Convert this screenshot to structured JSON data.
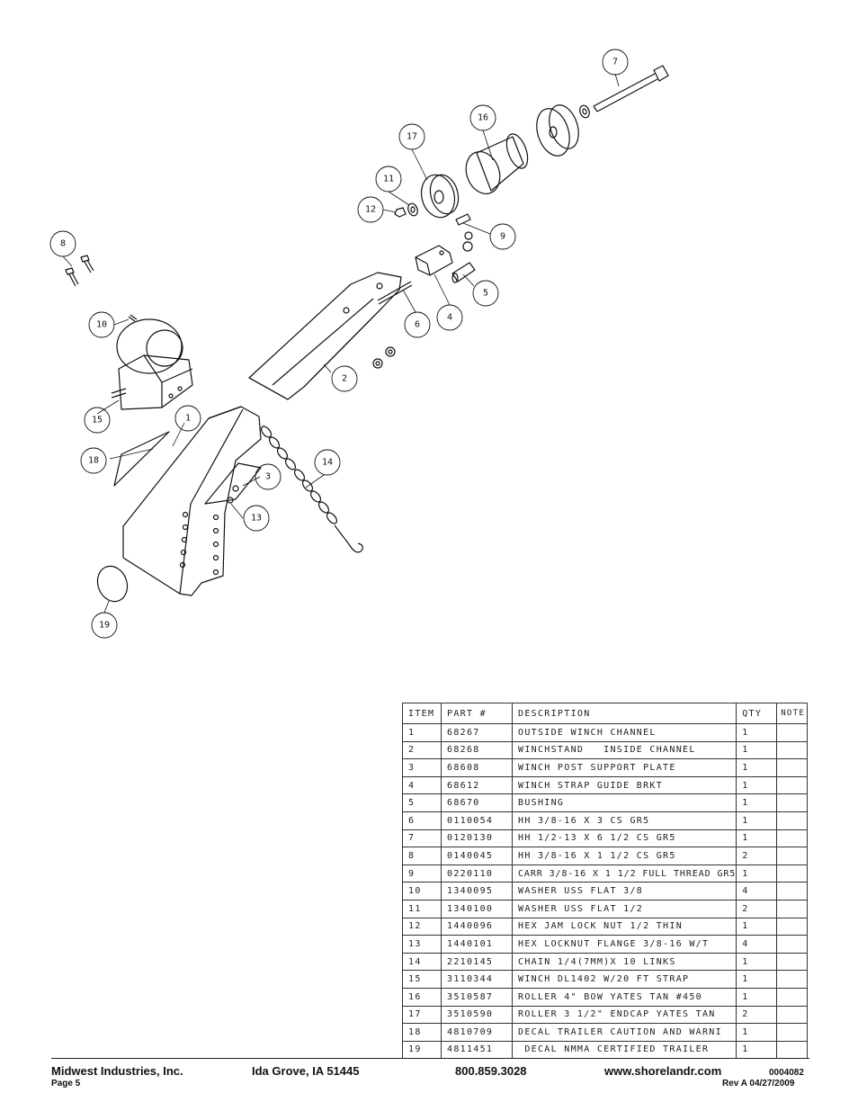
{
  "callouts": [
    "1",
    "2",
    "3",
    "4",
    "5",
    "6",
    "7",
    "8",
    "9",
    "10",
    "11",
    "12",
    "13",
    "14",
    "15",
    "16",
    "17",
    "18",
    "19"
  ],
  "table": {
    "headers": [
      "ITEM",
      "PART #",
      "DESCRIPTION",
      "QTY",
      "NOTE"
    ],
    "rows": [
      [
        "1",
        "68267",
        "OUTSIDE WINCH CHANNEL",
        "1",
        ""
      ],
      [
        "2",
        "68268",
        "WINCHSTAND   INSIDE CHANNEL",
        "1",
        ""
      ],
      [
        "3",
        "68608",
        "WINCH POST SUPPORT PLATE",
        "1",
        ""
      ],
      [
        "4",
        "68612",
        "WINCH STRAP GUIDE BRKT",
        "1",
        ""
      ],
      [
        "5",
        "68670",
        "BUSHING",
        "1",
        ""
      ],
      [
        "6",
        "0110054",
        "HH 3/8-16 X 3 CS GR5",
        "1",
        ""
      ],
      [
        "7",
        "0120130",
        "HH 1/2-13 X 6 1/2 CS GR5",
        "1",
        ""
      ],
      [
        "8",
        "0140045",
        "HH 3/8-16 X 1 1/2 CS GR5",
        "2",
        ""
      ],
      [
        "9",
        "0220110",
        "CARR 3/8-16 X 1 1/2 FULL THREAD GR5",
        "1",
        ""
      ],
      [
        "10",
        "1340095",
        "WASHER USS FLAT 3/8",
        "4",
        ""
      ],
      [
        "11",
        "1340100",
        "WASHER USS FLAT 1/2",
        "2",
        ""
      ],
      [
        "12",
        "1440096",
        "HEX JAM LOCK NUT 1/2 THIN",
        "1",
        ""
      ],
      [
        "13",
        "1440101",
        "HEX LOCKNUT FLANGE 3/8-16 W/T",
        "4",
        ""
      ],
      [
        "14",
        "2210145",
        "CHAIN 1/4(7MM)X 10 LINKS",
        "1",
        ""
      ],
      [
        "15",
        "3110344",
        "WINCH DL1402 W/20 FT STRAP",
        "1",
        ""
      ],
      [
        "16",
        "3510587",
        "ROLLER 4\" BOW YATES TAN #450",
        "1",
        ""
      ],
      [
        "17",
        "3510590",
        "ROLLER 3 1/2\" ENDCAP YATES TAN",
        "2",
        ""
      ],
      [
        "18",
        "4810709",
        "DECAL TRAILER CAUTION AND WARNI",
        "1",
        ""
      ],
      [
        "19",
        "4811451",
        " DECAL NMMA CERTIFIED TRAILER",
        "1",
        ""
      ]
    ]
  },
  "footer": {
    "company": "Midwest Industries, Inc.",
    "city": "Ida Grove, IA  51445",
    "phone": "800.859.3028",
    "website": "www.shorelandr.com",
    "docnum": "0004082",
    "page": "Page 5",
    "rev": "Rev  A  04/27/2009"
  }
}
